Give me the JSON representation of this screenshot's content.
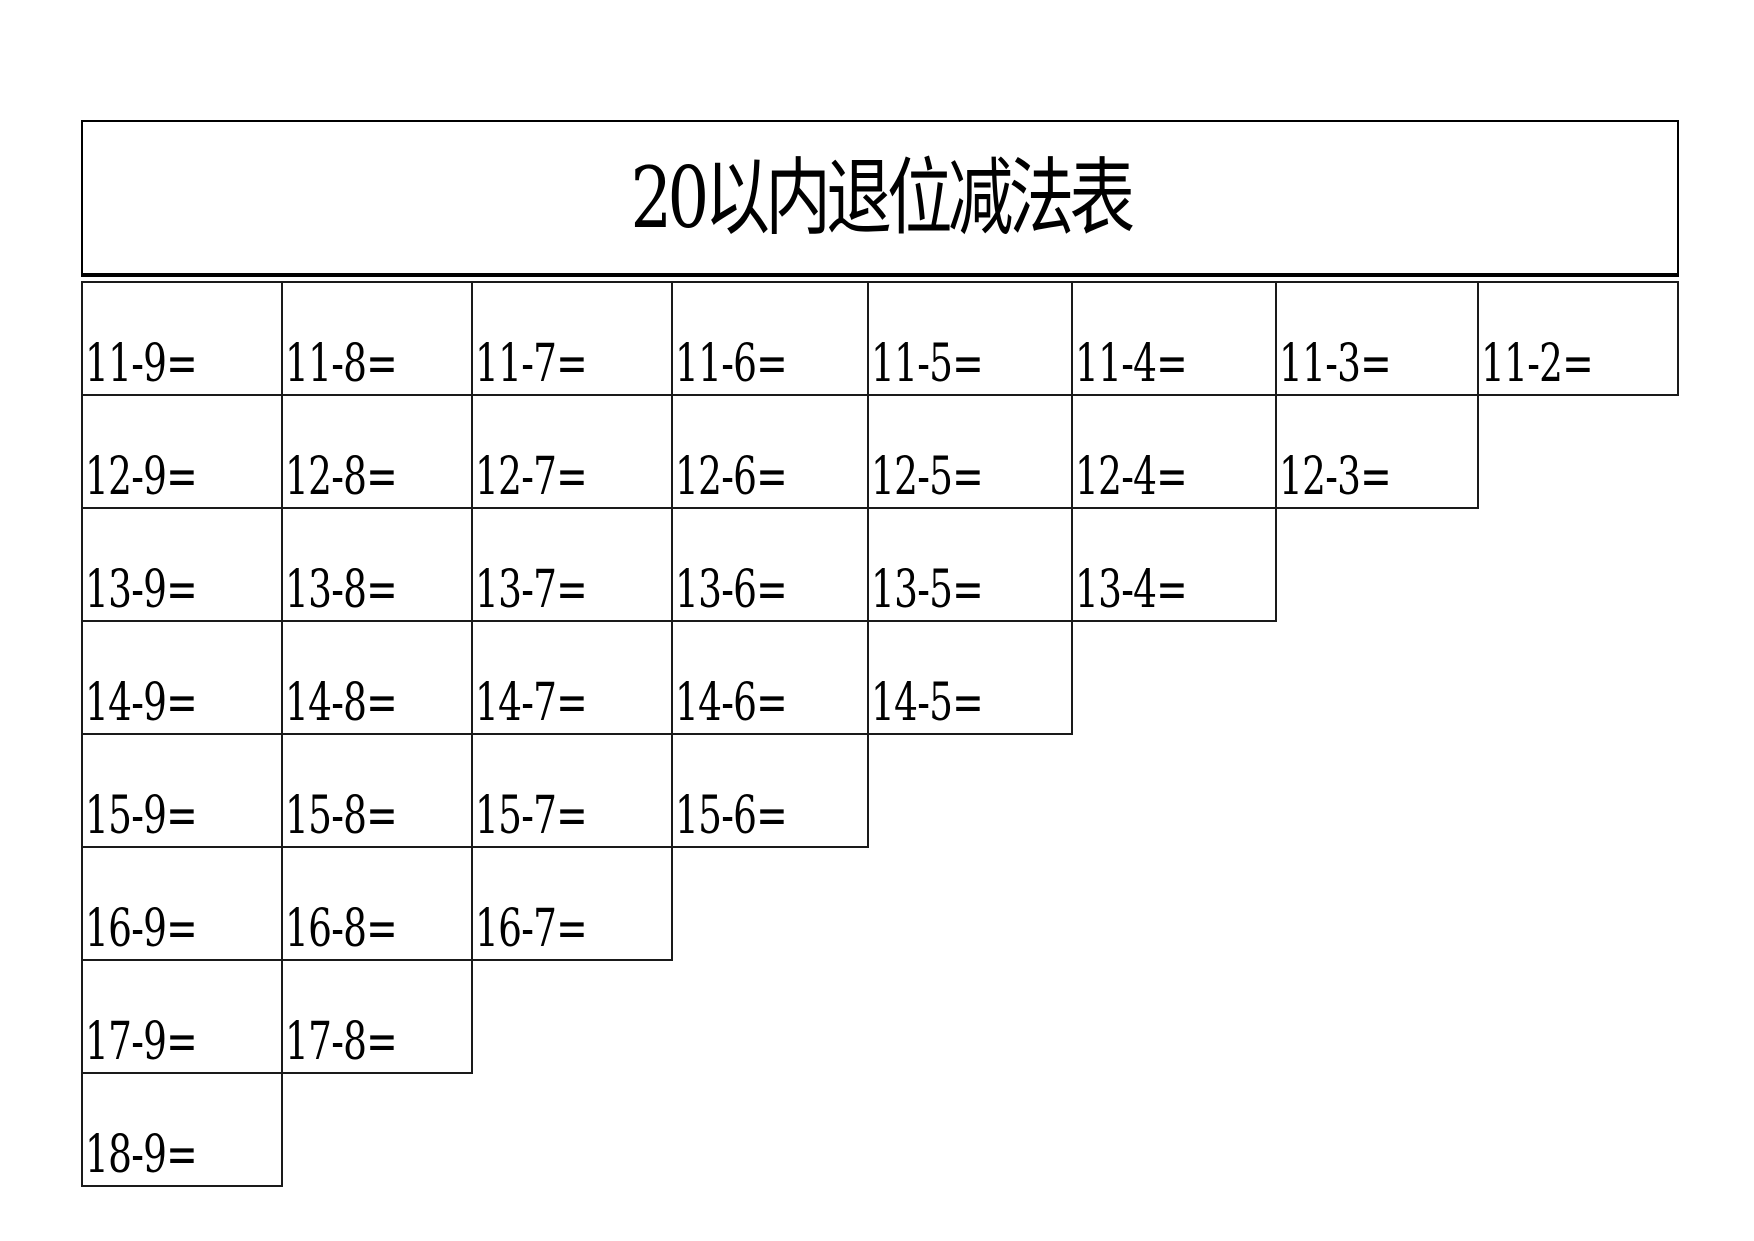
{
  "title": "20以内退位减法表",
  "rows": [
    [
      "11-9=",
      "11-8=",
      "11-7=",
      "11-6=",
      "11-5=",
      "11-4=",
      "11-3=",
      "11-2="
    ],
    [
      "12-9=",
      "12-8=",
      "12-7=",
      "12-6=",
      "12-5=",
      "12-4=",
      "12-3="
    ],
    [
      "13-9=",
      "13-8=",
      "13-7=",
      "13-6=",
      "13-5=",
      "13-4="
    ],
    [
      "14-9=",
      "14-8=",
      "14-7=",
      "14-6=",
      "14-5="
    ],
    [
      "15-9=",
      "15-8=",
      "15-7=",
      "15-6="
    ],
    [
      "16-9=",
      "16-8=",
      "16-7="
    ],
    [
      "17-9=",
      "17-8="
    ],
    [
      "18-9="
    ]
  ]
}
